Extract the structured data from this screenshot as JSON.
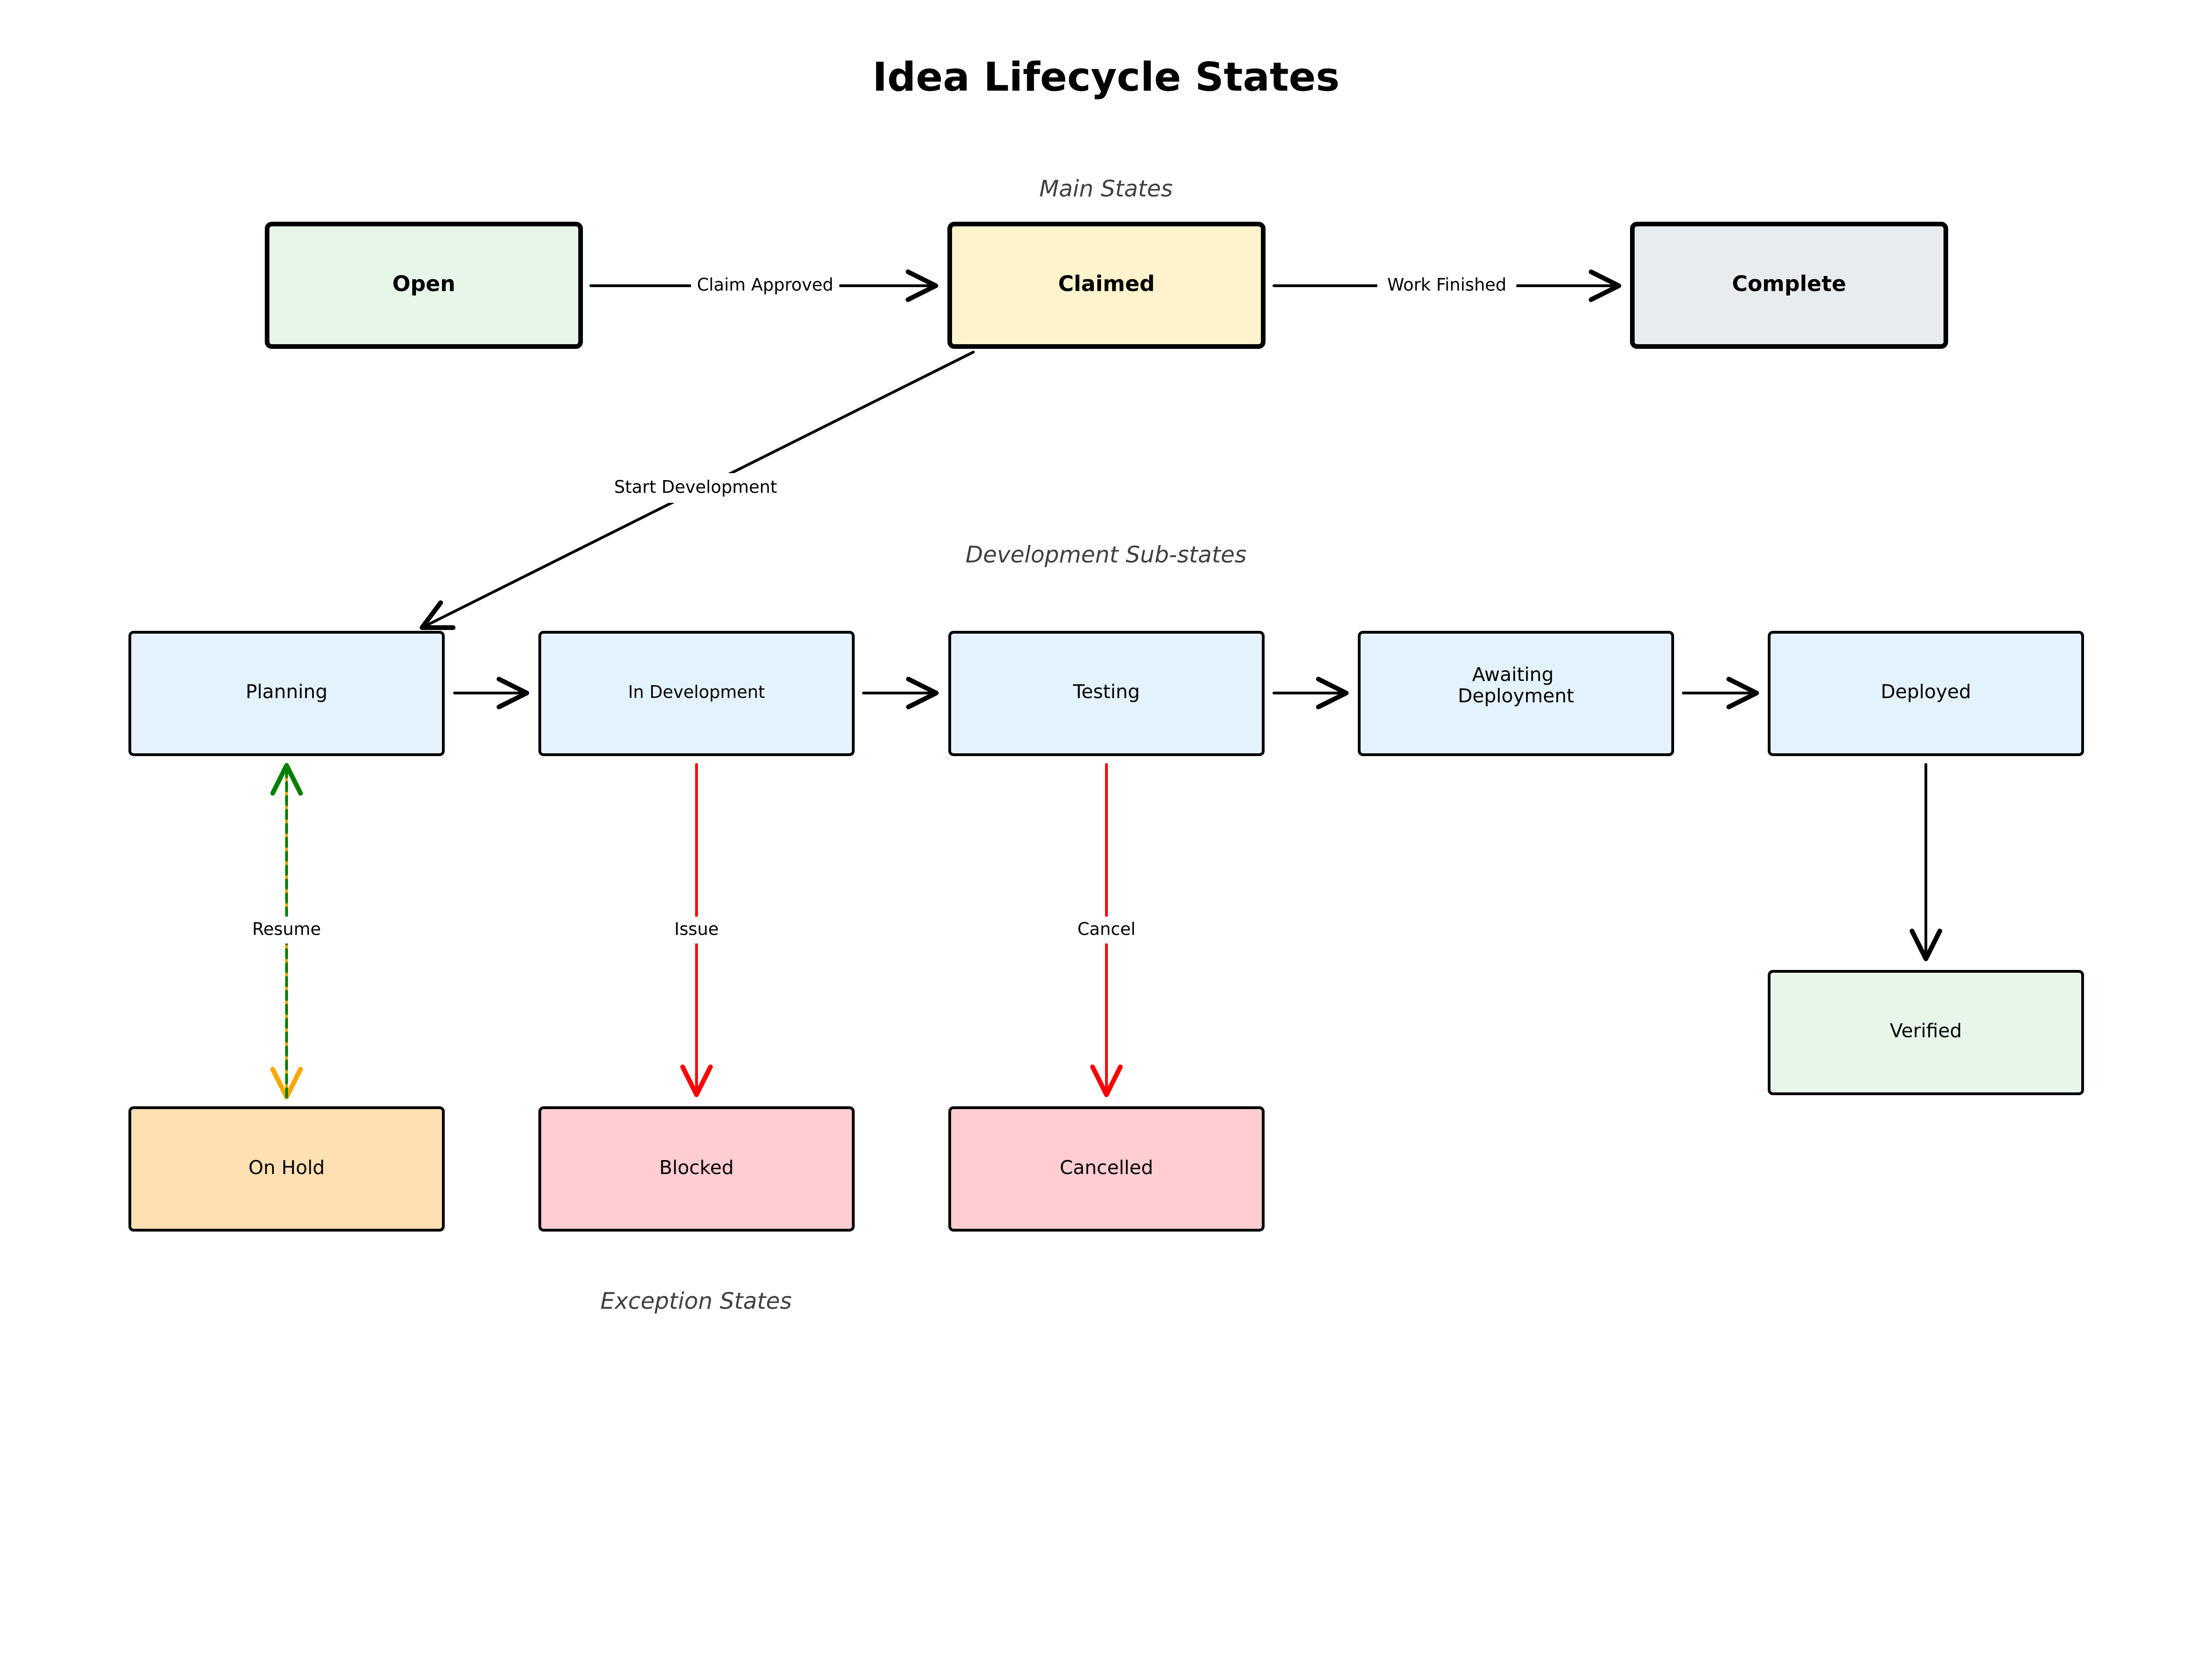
{
  "title": "Idea Lifecycle States",
  "sections": {
    "main": "Main States",
    "development": "Development Sub-states",
    "exception": "Exception States"
  },
  "states": {
    "open": "Open",
    "claimed": "Claimed",
    "complete": "Complete",
    "planning": "Planning",
    "in_development": "In Development",
    "testing": "Testing",
    "awaiting_deployment_line1": "Awaiting",
    "awaiting_deployment_line2": "Deployment",
    "deployed": "Deployed",
    "verified": "Verified",
    "on_hold": "On Hold",
    "blocked": "Blocked",
    "cancelled": "Cancelled"
  },
  "transitions": {
    "claim_approved": "Claim Approved",
    "work_finished": "Work Finished",
    "start_development": "Start Development",
    "resume": "Resume",
    "issue": "Issue",
    "cancel": "Cancel"
  },
  "colors": {
    "open_fill": "#e8f5e9",
    "claimed_fill": "#fff3cd",
    "complete_fill": "#e9ecef",
    "development_fill": "#e3f2fd",
    "verified_fill": "#e8f5e9",
    "on_hold_fill": "#ffe0b2",
    "exception_fill": "#ffcdd2",
    "normal_arrow": "#000000",
    "exception_arrow": "#ff0000",
    "resume_arrow": "#008000",
    "hold_arrow": "#ffa500"
  }
}
